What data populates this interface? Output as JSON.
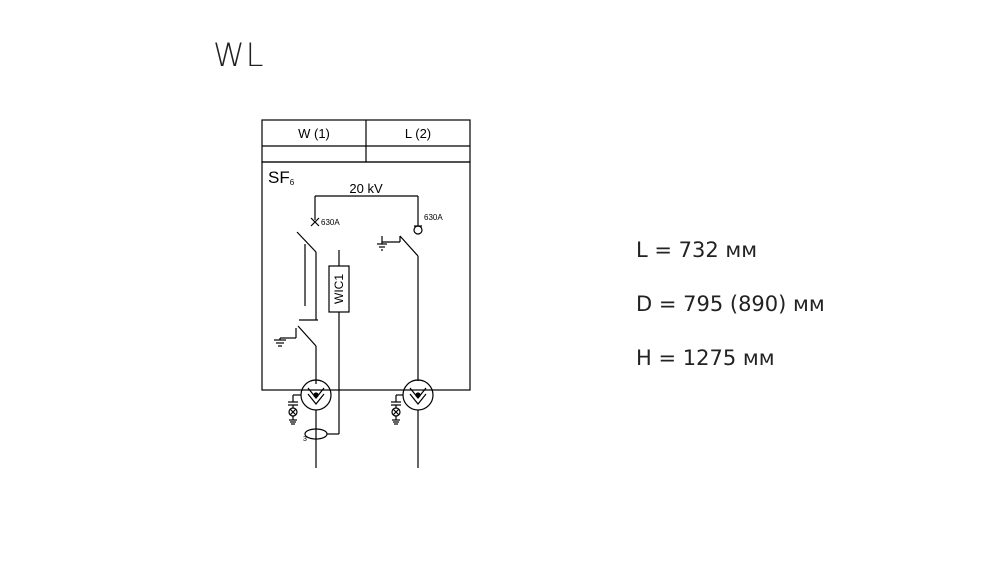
{
  "title": "WL",
  "diagram": {
    "columns": [
      "W (1)",
      "L (2)"
    ],
    "medium": "SF",
    "medium_sub": "6",
    "voltage": "20 kV",
    "left_rating": "630A",
    "right_rating": "630A",
    "relay_label": "WIC1",
    "ct_label": "3"
  },
  "specs": [
    {
      "text": "L = 732 мм"
    },
    {
      "text": "D = 795 (890) мм"
    },
    {
      "text": "H = 1275 мм"
    }
  ]
}
